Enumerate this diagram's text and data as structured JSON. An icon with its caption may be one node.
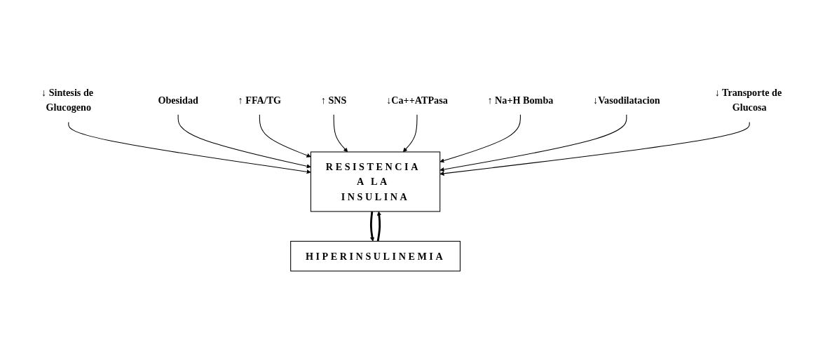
{
  "diagram": {
    "nodes": [
      {
        "text": [
          "↓ Sintesis de Glucogeno"
        ]
      },
      {
        "text": [
          "Obesidad"
        ]
      },
      {
        "text": [
          "↑ FFA/TG"
        ]
      },
      {
        "text": [
          "↑ SNS"
        ]
      },
      {
        "text": [
          "↓Ca++ATPasa"
        ]
      },
      {
        "text": [
          "↑ Na+H Bomba"
        ]
      },
      {
        "text": [
          "↓Vasodilatacion"
        ]
      },
      {
        "text": [
          "↓ Transporte de Glucosa"
        ]
      },
      {
        "text": [
          "RESISTENCIA A LA INSULINA"
        ]
      },
      {
        "text": [
          "HIPERINSULINEMIA"
        ]
      }
    ],
    "edges": [
      {
        "from": 0,
        "to": 8,
        "arrow": "to"
      },
      {
        "from": 1,
        "to": 8,
        "arrow": "to"
      },
      {
        "from": 2,
        "to": 8,
        "arrow": "to"
      },
      {
        "from": 3,
        "to": 8,
        "arrow": "to"
      },
      {
        "from": 4,
        "to": 8,
        "arrow": "to"
      },
      {
        "from": 5,
        "to": 8,
        "arrow": "to"
      },
      {
        "from": 6,
        "to": 8,
        "arrow": "to"
      },
      {
        "from": 7,
        "to": 8,
        "arrow": "to"
      },
      {
        "from": 8,
        "to": 9,
        "arrow": "to",
        "style": "thick"
      },
      {
        "from": 9,
        "to": 8,
        "arrow": "to",
        "style": "thick"
      }
    ]
  }
}
